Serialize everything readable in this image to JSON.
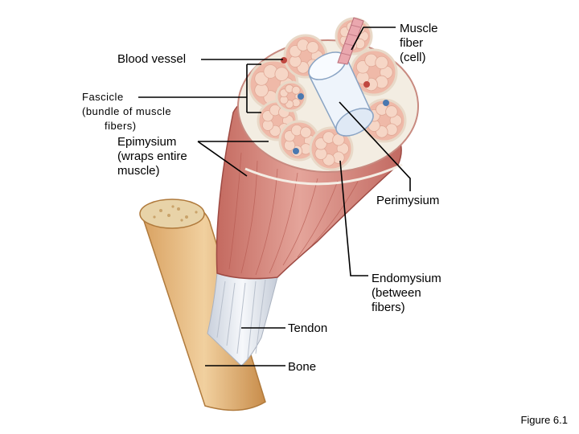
{
  "labels": {
    "muscle_fiber": [
      "Muscle",
      "fiber",
      "(cell)"
    ],
    "blood_vessel": "Blood vessel",
    "fascicle": [
      "Fascicle",
      "(bundle of muscle",
      "fibers)"
    ],
    "epimysium": [
      "Epimysium",
      "(wraps entire",
      "muscle)"
    ],
    "perimysium": "Perimysium",
    "endomysium": [
      "Endomysium",
      "(between",
      "fibers)"
    ],
    "tendon": "Tendon",
    "bone": "Bone"
  },
  "figure_caption": "Figure 6.1",
  "colors": {
    "muscle": "#d8897f",
    "muscle_dark": "#b5584f",
    "fascicle_fill": "#efb9a8",
    "fiber_cell": "#f6d6c6",
    "connective": "#f3ede2",
    "tendon": "#e8ecf2",
    "bone": "#e9c08a",
    "bone_dark": "#c98f4e",
    "marrow": "#e5cfa3",
    "leader_line": "#000000"
  }
}
